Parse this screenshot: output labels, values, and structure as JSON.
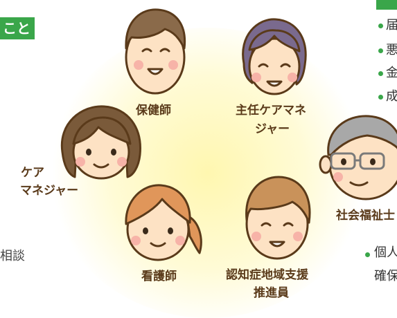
{
  "badges": {
    "left": "こと",
    "right": ""
  },
  "roles": {
    "public_health_nurse": "保健師",
    "chief_care_manager_line1": "主任ケアマネ",
    "chief_care_manager_line2": "ジャー",
    "care_manager_line1": "ケア",
    "care_manager_line2": "マネジャー",
    "social_worker": "社会福祉士",
    "nurse": "看護師",
    "dementia_promoter_line1": "認知症地域支援",
    "dementia_promoter_line2": "推進員"
  },
  "right_bullets": [
    "届",
    "悪",
    "金",
    "成"
  ],
  "bottom_right_bullet_line1": "個人",
  "bottom_right_bullet_line2": "確保",
  "left_edge_text": "相談",
  "colors": {
    "accent_green": "#3aa64a",
    "label_brown": "#5a3a1a",
    "glow_yellow": "#fff7b0"
  }
}
